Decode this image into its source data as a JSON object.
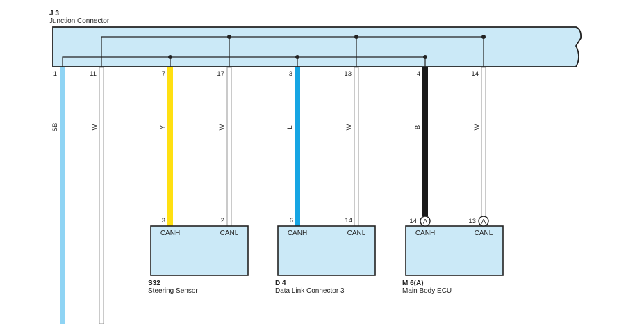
{
  "junction": {
    "code": "J 3",
    "name": "Junction Connector",
    "box_color": "#cbe9f7",
    "stroke_color": "#222222"
  },
  "wires": [
    {
      "pin": "1",
      "color_code": "SB",
      "color": "#8fd4f4"
    },
    {
      "pin": "11",
      "color_code": "W",
      "color": "#ffffff"
    },
    {
      "pin": "7",
      "color_code": "Y",
      "color": "#ffe011"
    },
    {
      "pin": "17",
      "color_code": "W",
      "color": "#ffffff"
    },
    {
      "pin": "3",
      "color_code": "L",
      "color": "#16a5e3"
    },
    {
      "pin": "13",
      "color_code": "W",
      "color": "#ffffff"
    },
    {
      "pin": "4",
      "color_code": "B",
      "color": "#1a1a1a"
    },
    {
      "pin": "14",
      "color_code": "W",
      "color": "#ffffff"
    }
  ],
  "components": [
    {
      "code": "S32",
      "name": "Steering Sensor",
      "pins": [
        {
          "pin": "3",
          "label": "CANH"
        },
        {
          "pin": "2",
          "label": "CANL"
        }
      ]
    },
    {
      "code": "D 4",
      "name": "Data Link Connector 3",
      "pins": [
        {
          "pin": "6",
          "label": "CANH"
        },
        {
          "pin": "14",
          "label": "CANL"
        }
      ]
    },
    {
      "code": "M 6(A)",
      "name": "Main Body ECU",
      "connector_mark": "A",
      "pins": [
        {
          "pin": "14",
          "label": "CANH"
        },
        {
          "pin": "13",
          "label": "CANL"
        }
      ]
    }
  ]
}
